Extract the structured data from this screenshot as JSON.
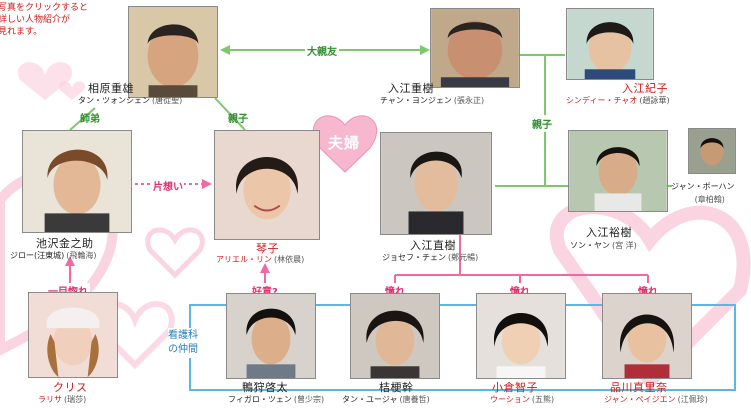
{
  "note": {
    "line1": "写真をクリックすると",
    "line2": "詳しい人物紹介が",
    "line3": "見れます。"
  },
  "relations": {
    "best_friend": "大親友",
    "parent_child_top": "親子",
    "parent_child_right": "親子",
    "disciple": "師弟",
    "couple": "夫婦",
    "unrequited": "片想い",
    "crush_first_sight": "一目惚れ",
    "fond": "好意?",
    "longing_1": "憧れ",
    "longing_2": "憧れ",
    "longing_3": "憧れ",
    "nursing_friends_1": "看護科",
    "nursing_friends_2": "の仲間"
  },
  "characters": [
    {
      "id": "aihara",
      "name": "相原重雄",
      "actor": "タン・ツォンシェン",
      "chinese": "(唐從聖)"
    },
    {
      "id": "irie_shigeki",
      "name": "入江重樹",
      "actor": "チャン・ヨンジェン",
      "chinese": "(張永正)"
    },
    {
      "id": "irie_noriko",
      "name": "入江紀子",
      "actor": "シンディー・チャオ",
      "chinese": "(趙詠華)"
    },
    {
      "id": "ikezawa",
      "name": "池沢金之助",
      "actor": "ジロー(汪東城)",
      "chinese": "(飛輪海)"
    },
    {
      "id": "kotoko",
      "name": "琴子",
      "actor": "アリエル・リン",
      "chinese": "(林依晨)"
    },
    {
      "id": "irie_naoki",
      "name": "入江直樹",
      "actor": "ジョセフ・チェン",
      "chinese": "(鄭元暢)"
    },
    {
      "id": "irie_yuki",
      "name": "入江裕樹",
      "actor": "ソン・ヤン",
      "chinese": "(宮 洋)"
    },
    {
      "id": "chang_bohan",
      "name": "",
      "actor": "ジャン・ボーハン",
      "chinese": "(章柏翰)"
    },
    {
      "id": "chris",
      "name": "クリス",
      "actor": "ラリサ",
      "chinese": "(瑞莎)"
    },
    {
      "id": "kamogari",
      "name": "鴨狩啓太",
      "actor": "フィガロ・ツェン",
      "chinese": "(曾少宗)"
    },
    {
      "id": "kikyo",
      "name": "桔梗幹",
      "actor": "タン・ユージャ",
      "chinese": "(唐養哲)"
    },
    {
      "id": "ogura",
      "name": "小倉智子",
      "actor": "ウーション",
      "chinese": "(五熊)"
    },
    {
      "id": "shinagawa",
      "name": "品川真里奈",
      "actor": "ジャン・ペイジエン",
      "chinese": "(江佩珍)"
    }
  ],
  "colors": {
    "green_line": "#7cc86a",
    "pink_line": "#f06aa0",
    "blue_line": "#5bb8e4",
    "red_text": "#d21a1a",
    "heart_pink": "#f7b8cf"
  }
}
